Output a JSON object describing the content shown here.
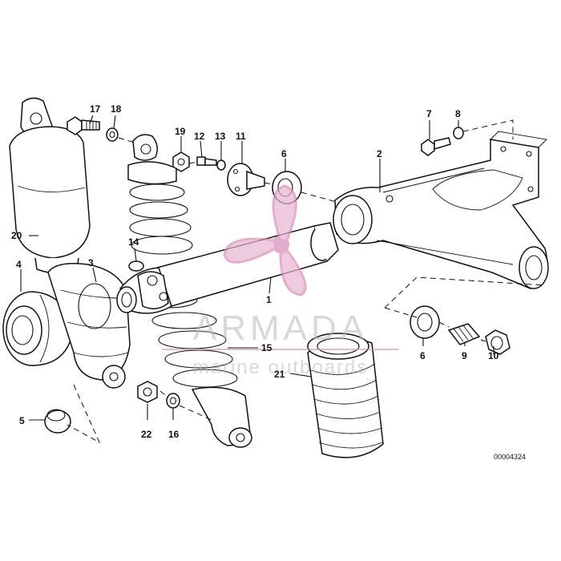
{
  "diagram": {
    "drawing_number": "00004324",
    "callouts": [
      {
        "id": "c1",
        "label": "1"
      },
      {
        "id": "c2",
        "label": "2"
      },
      {
        "id": "c3",
        "label": "3"
      },
      {
        "id": "c4",
        "label": "4"
      },
      {
        "id": "c5",
        "label": "5"
      },
      {
        "id": "c6a",
        "label": "6"
      },
      {
        "id": "c6b",
        "label": "6"
      },
      {
        "id": "c7",
        "label": "7"
      },
      {
        "id": "c8",
        "label": "8"
      },
      {
        "id": "c9",
        "label": "9"
      },
      {
        "id": "c10",
        "label": "10"
      },
      {
        "id": "c11",
        "label": "11"
      },
      {
        "id": "c12",
        "label": "12"
      },
      {
        "id": "c13",
        "label": "13"
      },
      {
        "id": "c14",
        "label": "14"
      },
      {
        "id": "c15",
        "label": "15"
      },
      {
        "id": "c16",
        "label": "16"
      },
      {
        "id": "c17",
        "label": "17"
      },
      {
        "id": "c18",
        "label": "18"
      },
      {
        "id": "c19",
        "label": "19"
      },
      {
        "id": "c20",
        "label": "20"
      },
      {
        "id": "c21",
        "label": "21"
      },
      {
        "id": "c22",
        "label": "22"
      }
    ]
  },
  "watermark": {
    "brand": "ARMADA",
    "tagline": "marine outboards",
    "logo_color": "#d98bb8"
  }
}
